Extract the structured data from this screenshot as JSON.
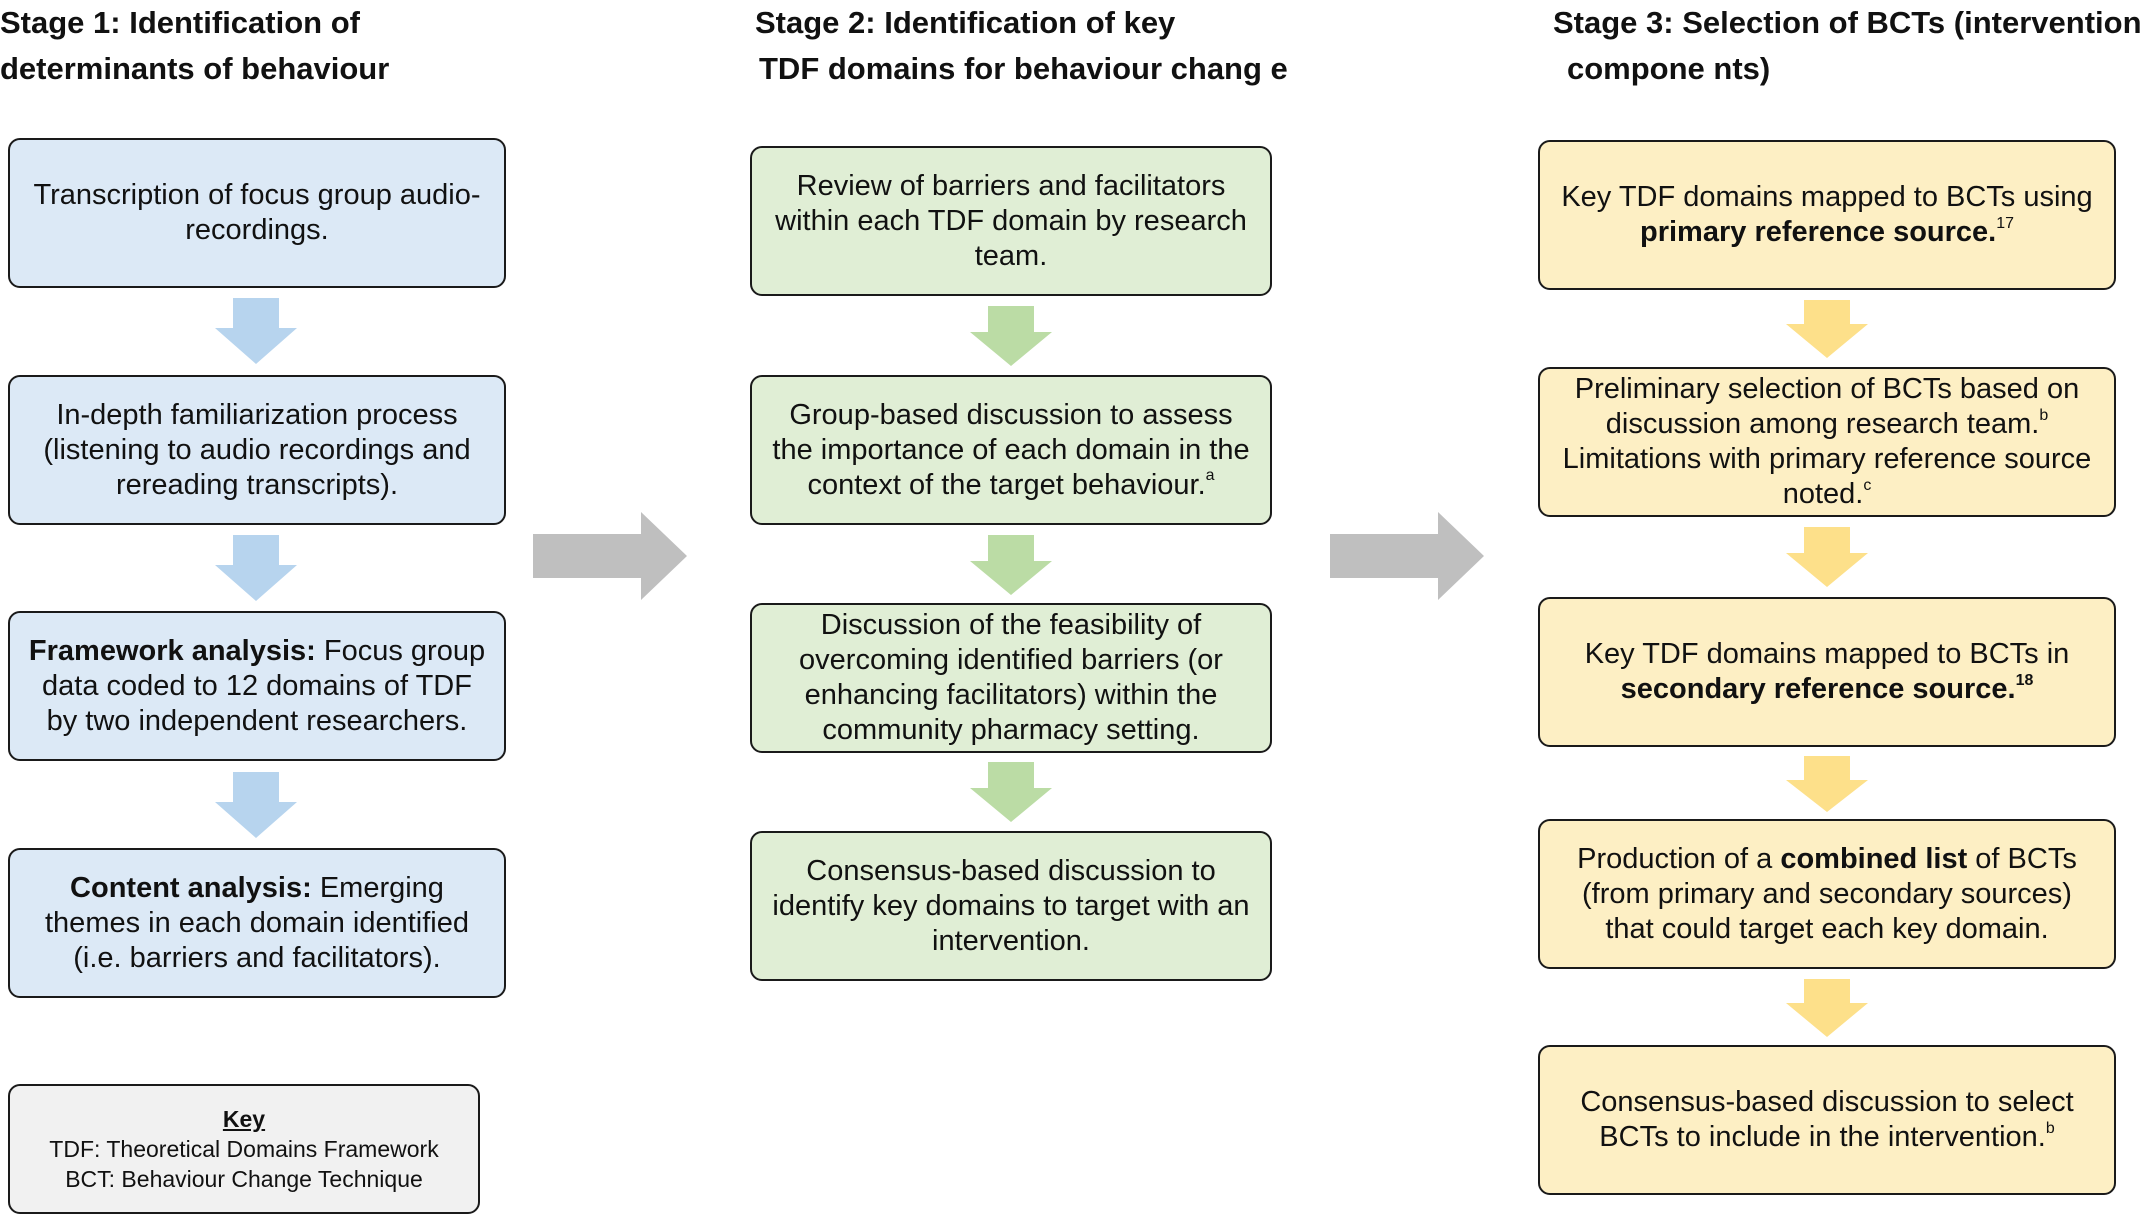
{
  "stages": [
    {
      "title_line1": "Stage 1: Identification of",
      "title_line2": "determinants of behaviour",
      "boxes": [
        {
          "text": "Transcription of focus group audio-recordings."
        },
        {
          "text": "In-depth familiarization process (listening to audio recordings and rereading transcripts)."
        },
        {
          "bold": "Framework analysis:",
          "text": " Focus group data coded to 12 domains of TDF by two independent researchers."
        },
        {
          "bold": "Content analysis:",
          "text": " Emerging themes in each domain identified (i.e. barriers and facilitators)."
        }
      ]
    },
    {
      "title_line1": "Stage 2: Identification of key",
      "title_line2": "TDF domains for behaviour chang e",
      "boxes": [
        {
          "text": "Review of barriers and facilitators within each TDF domain by research team."
        },
        {
          "text": "Group-based discussion to assess the importance of each domain in the context of the target behaviour.",
          "sup": "a"
        },
        {
          "text": "Discussion of the feasibility of overcoming identified barriers (or enhancing facilitators) within the community pharmacy setting."
        },
        {
          "text": "Consensus-based discussion to identify key domains to target with an intervention."
        }
      ]
    },
    {
      "title_line1": "Stage 3: Selection of BCTs (intervention",
      "title_line2": "compone nts)",
      "boxes": [
        {
          "text": "Key TDF domains mapped to BCTs using ",
          "bold": "primary reference source.",
          "sup": "17"
        },
        {
          "text": "Preliminary selection of BCTs based on discussion among research team.",
          "sup": "b",
          "text2": " Limitations with primary reference source noted.",
          "sup2": "c"
        },
        {
          "text": "Key TDF domains mapped to BCTs in ",
          "bold": "secondary reference source.",
          "sup": "18"
        },
        {
          "text": "Production of a ",
          "bold": "combined list",
          "text2": " of BCTs (from primary and secondary sources) that could target each key domain."
        },
        {
          "text": "Consensus-based discussion to select BCTs to include in the intervention.",
          "sup": "b"
        }
      ]
    }
  ],
  "key": {
    "title": "Key",
    "line1": "TDF: Theoretical Domains Framework",
    "line2": "BCT: Behaviour Change Technique"
  },
  "colors": {
    "stage1_fill": "#dce9f6",
    "stage1_arrow": "#b7d4ee",
    "stage2_fill": "#e0eed5",
    "stage2_arrow": "#bbdca5",
    "stage3_fill": "#fdefc4",
    "stage3_arrow": "#fde08a",
    "transition_arrow": "#bfbfbf",
    "key_fill": "#f1f1f1"
  }
}
